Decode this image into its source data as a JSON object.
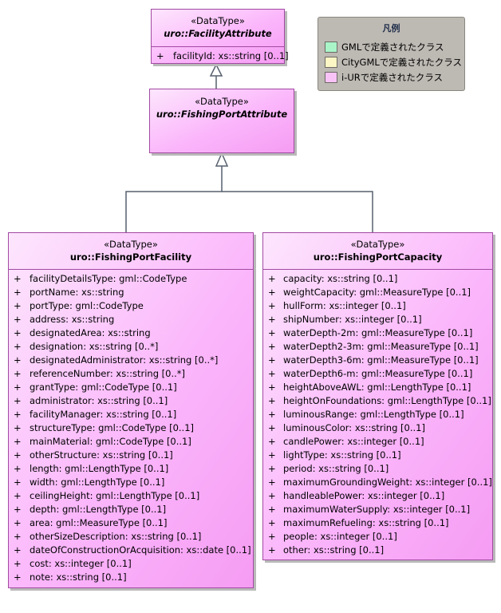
{
  "legend": {
    "title": "凡例",
    "items": [
      {
        "label": "GMLで定義されたクラス",
        "color": "#a9f5c8"
      },
      {
        "label": "CityGMLで定義されたクラス",
        "color": "#fbf6c3"
      },
      {
        "label": "i-URで定義されたクラス",
        "color": "#f9c3f7"
      }
    ]
  },
  "classes": {
    "facilityAttribute": {
      "stereotype": "«DataType»",
      "name": "uro::FacilityAttribute",
      "attributes": [
        {
          "vis": "+",
          "text": "facilityId: xs::string [0..1]"
        }
      ]
    },
    "fishingPortAttribute": {
      "stereotype": "«DataType»",
      "name": "uro::FishingPortAttribute",
      "attributes": []
    },
    "fishingPortFacility": {
      "stereotype": "«DataType»",
      "name": "uro::FishingPortFacility",
      "attributes": [
        {
          "vis": "+",
          "text": "facilityDetailsType: gml::CodeType"
        },
        {
          "vis": "+",
          "text": "portName: xs::string"
        },
        {
          "vis": "+",
          "text": "portType: gml::CodeType"
        },
        {
          "vis": "+",
          "text": "address: xs::string"
        },
        {
          "vis": "+",
          "text": "designatedArea: xs::string"
        },
        {
          "vis": "+",
          "text": "designation: xs::string [0..*]"
        },
        {
          "vis": "+",
          "text": "designatedAdministrator: xs::string [0..*]"
        },
        {
          "vis": "+",
          "text": "referenceNumber: xs::string [0..*]"
        },
        {
          "vis": "+",
          "text": "grantType: gml::CodeType [0..1]"
        },
        {
          "vis": "+",
          "text": "administrator: xs::string [0..1]"
        },
        {
          "vis": "+",
          "text": "facilityManager: xs::string [0..1]"
        },
        {
          "vis": "+",
          "text": "structureType: gml::CodeType [0..1]"
        },
        {
          "vis": "+",
          "text": "mainMaterial: gml::CodeType [0..1]"
        },
        {
          "vis": "+",
          "text": "otherStructure: xs::string [0..1]"
        },
        {
          "vis": "+",
          "text": "length: gml::LengthType [0..1]"
        },
        {
          "vis": "+",
          "text": "width: gml::LengthType [0..1]"
        },
        {
          "vis": "+",
          "text": "ceilingHeight: gml::LengthType [0..1]"
        },
        {
          "vis": "+",
          "text": "depth: gml::LengthType [0..1]"
        },
        {
          "vis": "+",
          "text": "area: gml::MeasureType [0..1]"
        },
        {
          "vis": "+",
          "text": "otherSizeDescription: xs::string [0..1]"
        },
        {
          "vis": "+",
          "text": "dateOfConstructionOrAcquisition: xs::date [0..1]"
        },
        {
          "vis": "+",
          "text": "cost: xs::integer [0..1]"
        },
        {
          "vis": "+",
          "text": "note: xs::string [0..1]"
        }
      ]
    },
    "fishingPortCapacity": {
      "stereotype": "«DataType»",
      "name": "uro::FishingPortCapacity",
      "attributes": [
        {
          "vis": "+",
          "text": "capacity: xs::string [0..1]"
        },
        {
          "vis": "+",
          "text": "weightCapacity: gml::MeasureType [0..1]"
        },
        {
          "vis": "+",
          "text": "hullForm: xs::integer [0..1]"
        },
        {
          "vis": "+",
          "text": "shipNumber: xs::integer [0..1]"
        },
        {
          "vis": "+",
          "text": "waterDepth-2m: gml::MeasureType [0..1]"
        },
        {
          "vis": "+",
          "text": "waterDepth2-3m: gml::MeasureType [0..1]"
        },
        {
          "vis": "+",
          "text": "waterDepth3-6m: gml::MeasureType [0..1]"
        },
        {
          "vis": "+",
          "text": "waterDepth6-m: gml::MeasureType [0..1]"
        },
        {
          "vis": "+",
          "text": "heightAboveAWL: gml::LengthType [0..1]"
        },
        {
          "vis": "+",
          "text": "heightOnFoundations: gml::LengthType [0..1]"
        },
        {
          "vis": "+",
          "text": "luminousRange: gml::LengthType [0..1]"
        },
        {
          "vis": "+",
          "text": "luminousColor: xs::string [0..1]"
        },
        {
          "vis": "+",
          "text": "candlePower: xs::integer [0..1]"
        },
        {
          "vis": "+",
          "text": "lightType: xs::string [0..1]"
        },
        {
          "vis": "+",
          "text": "period: xs::string [0..1]"
        },
        {
          "vis": "+",
          "text": "maximumGroundingWeight: xs::integer [0..1]"
        },
        {
          "vis": "+",
          "text": "handleablePower: xs::integer [0..1]"
        },
        {
          "vis": "+",
          "text": "maximumWaterSupply: xs::integer [0..1]"
        },
        {
          "vis": "+",
          "text": "maximumRefueling: xs::string [0..1]"
        },
        {
          "vis": "+",
          "text": "people: xs::integer [0..1]"
        },
        {
          "vis": "+",
          "text": "other: xs::string [0..1]"
        }
      ]
    }
  }
}
